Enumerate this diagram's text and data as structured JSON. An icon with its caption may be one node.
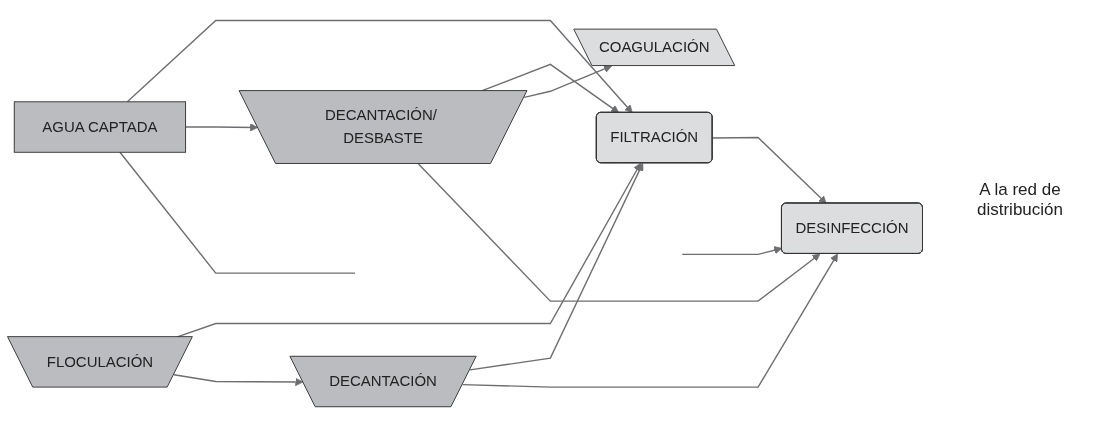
{
  "diagram": {
    "nodes": [
      {
        "text": [
          "FILTRACIÓN"
        ]
      },
      {
        "text": [
          "AGUA CAPTADA"
        ]
      },
      {
        "text": [
          "COAGULACIÓN"
        ]
      },
      {
        "text": [
          "FLOCULACIÓN"
        ]
      },
      {
        "text": [
          "DECANTACIÓN"
        ]
      },
      {
        "text": [
          "DESINFECCIÓN"
        ]
      },
      {
        "text": [
          "DECANTACIÓN/ DESBASTE"
        ]
      }
    ],
    "edges": [
      {
        "from": 1,
        "to": 0,
        "arrow": "to"
      },
      {
        "from": 1,
        "to": 6,
        "arrow": "to"
      },
      {
        "from": 6,
        "to": 0,
        "arrow": "to"
      },
      {
        "from": 6,
        "to": 2,
        "arrow": "to"
      },
      {
        "from": 3,
        "to": 0,
        "arrow": "to"
      },
      {
        "from": 3,
        "to": 4,
        "arrow": "to"
      },
      {
        "from": 4,
        "to": 0,
        "arrow": "to"
      },
      {
        "from": 0,
        "to": 5,
        "arrow": "to"
      },
      {
        "from": 4,
        "to": 5,
        "arrow": "to"
      },
      {
        "from": 6,
        "to": 5,
        "arrow": "to"
      },
      {
        "from": 1,
        "to": null,
        "arrow": "none"
      },
      {
        "from": null,
        "to": 5,
        "arrow": "to"
      }
    ],
    "labels": [
      "A la red de distribución"
    ]
  }
}
